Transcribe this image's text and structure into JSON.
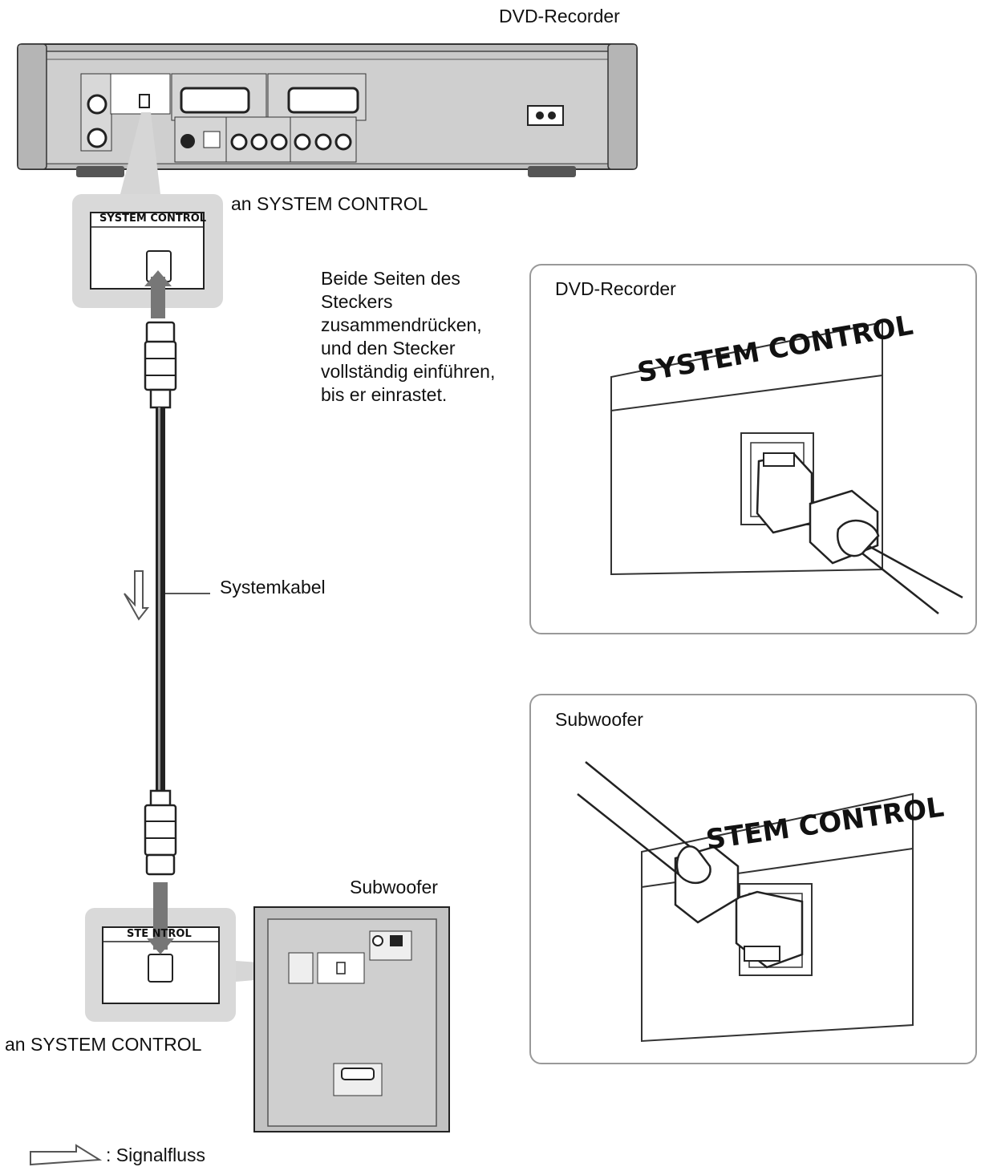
{
  "labels": {
    "dvd_recorder_top": "DVD-Recorder",
    "to_system_control_top": "an SYSTEM CONTROL",
    "instruction": "Beide Seiten des\nSteckers\nzusammendrücken,\nund den Stecker\nvollständig einführen,\nbis er einrastet.",
    "system_cable": "Systemkabel",
    "subwoofer_bottom": "Subwoofer",
    "to_system_control_bottom": "an SYSTEM CONTROL",
    "signal_flow_legend": ": Signalfluss"
  },
  "panels": {
    "recorder": {
      "title": "DVD-Recorder",
      "port_label": "SYSTEM CONTROL"
    },
    "subwoofer": {
      "title": "Subwoofer",
      "port_label": "STEM CONTROL"
    }
  },
  "callouts": {
    "top_port_label": "SYSTEM CONTROL",
    "bottom_port_label": "STE    NTROL"
  }
}
